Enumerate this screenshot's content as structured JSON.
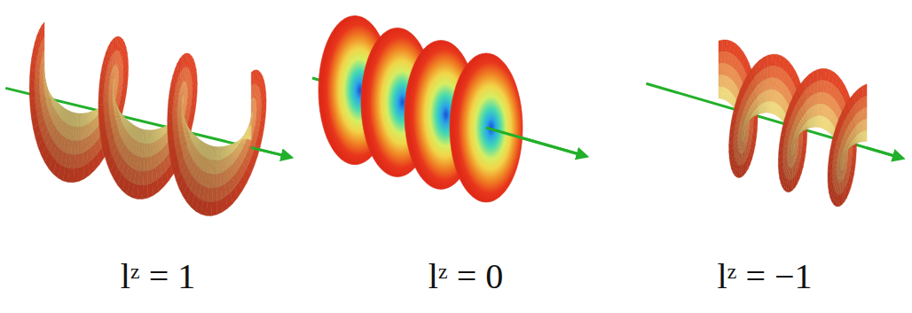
{
  "diagram": {
    "labels": [
      "lᶻ = 1",
      "lᶻ = 0",
      "lᶻ = −1"
    ]
  }
}
